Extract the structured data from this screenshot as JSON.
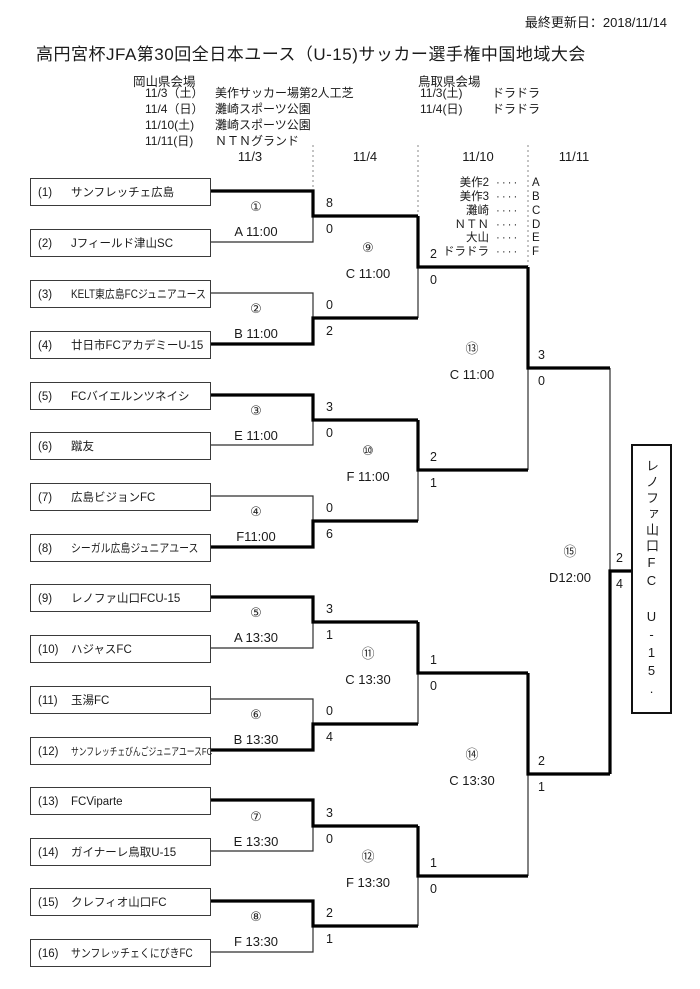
{
  "header": {
    "last_updated": "最終更新日：2018/11/14",
    "title": "高円宮杯JFA第30回全日本ユース（U-15)サッカー選手権中国地域大会"
  },
  "venues": {
    "okayama": {
      "heading": "岡山県会場",
      "rows": [
        {
          "date": "11/3（土）",
          "venue": "美作サッカー場第2人工芝"
        },
        {
          "date": "11/4（日）",
          "venue": "灘崎スポーツ公園"
        },
        {
          "date": "11/10(土)",
          "venue": "灘崎スポーツ公園"
        },
        {
          "date": "11/11(日)",
          "venue": "ＮＴＮグランド"
        }
      ]
    },
    "tottori": {
      "heading": "鳥取県会場",
      "rows": [
        {
          "date": "11/3(土)",
          "venue": "ドラドラ"
        },
        {
          "date": "11/4(日)",
          "venue": "ドラドラ"
        }
      ]
    }
  },
  "round_dates": [
    "11/3",
    "11/4",
    "11/10",
    "11/11"
  ],
  "legend": [
    {
      "name": "美作2",
      "dots": "····",
      "code": "A"
    },
    {
      "name": "美作3",
      "dots": "····",
      "code": "B"
    },
    {
      "name": "灘崎",
      "dots": "····",
      "code": "C"
    },
    {
      "name": "ＮＴＮ",
      "dots": "····",
      "code": "D"
    },
    {
      "name": "大山",
      "dots": "····",
      "code": "E"
    },
    {
      "name": "ドラドラ",
      "dots": "····",
      "code": "F"
    }
  ],
  "teams": [
    {
      "seed": "(1)",
      "name": "サンフレッチェ広島"
    },
    {
      "seed": "(2)",
      "name": "Jフィールド津山SC"
    },
    {
      "seed": "(3)",
      "name": "KELT東広島FCジュニアユース"
    },
    {
      "seed": "(4)",
      "name": "廿日市FCアカデミーU-15"
    },
    {
      "seed": "(5)",
      "name": "FCバイエルンツネイシ"
    },
    {
      "seed": "(6)",
      "name": "蹴友"
    },
    {
      "seed": "(7)",
      "name": "広島ビジョンFC"
    },
    {
      "seed": "(8)",
      "name": "シーガル広島ジュニアユース"
    },
    {
      "seed": "(9)",
      "name": "レノファ山口FCU-15"
    },
    {
      "seed": "(10)",
      "name": "ハジャスFC"
    },
    {
      "seed": "(11)",
      "name": "玉湯FC"
    },
    {
      "seed": "(12)",
      "name": "サンフレッチェびんごジュニアユースFC"
    },
    {
      "seed": "(13)",
      "name": "FCViparte"
    },
    {
      "seed": "(14)",
      "name": "ガイナーレ鳥取U-15"
    },
    {
      "seed": "(15)",
      "name": "クレフィオ山口FC"
    },
    {
      "seed": "(16)",
      "name": "サンフレッチェくにびきFC"
    }
  ],
  "matches": [
    {
      "no": "①",
      "slot": "A 11:00",
      "score_top": "8",
      "score_bottom": "0"
    },
    {
      "no": "②",
      "slot": "B 11:00",
      "score_top": "0",
      "score_bottom": "2"
    },
    {
      "no": "③",
      "slot": "E 11:00",
      "score_top": "3",
      "score_bottom": "0"
    },
    {
      "no": "④",
      "slot": "F11:00",
      "score_top": "0",
      "score_bottom": "6"
    },
    {
      "no": "⑤",
      "slot": "A 13:30",
      "score_top": "3",
      "score_bottom": "1"
    },
    {
      "no": "⑥",
      "slot": "B 13:30",
      "score_top": "0",
      "score_bottom": "4"
    },
    {
      "no": "⑦",
      "slot": "E 13:30",
      "score_top": "3",
      "score_bottom": "0"
    },
    {
      "no": "⑧",
      "slot": "F 13:30",
      "score_top": "2",
      "score_bottom": "1"
    },
    {
      "no": "⑨",
      "slot": "C 11:00",
      "score_top": "2",
      "score_bottom": "0"
    },
    {
      "no": "⑩",
      "slot": "F 11:00",
      "score_top": "2",
      "score_bottom": "1"
    },
    {
      "no": "⑪",
      "slot": "C 13:30",
      "score_top": "1",
      "score_bottom": "0"
    },
    {
      "no": "⑫",
      "slot": "F 13:30",
      "score_top": "1",
      "score_bottom": "0"
    },
    {
      "no": "⑬",
      "slot": "C 11:00",
      "score_top": "3",
      "score_bottom": "0"
    },
    {
      "no": "⑭",
      "slot": "C 13:30",
      "score_top": "2",
      "score_bottom": "1"
    },
    {
      "no": "⑮",
      "slot": "D12:00",
      "score_top": "2",
      "score_bottom": "4"
    }
  ],
  "champion": {
    "name": "レノファ山口FC U-15."
  }
}
